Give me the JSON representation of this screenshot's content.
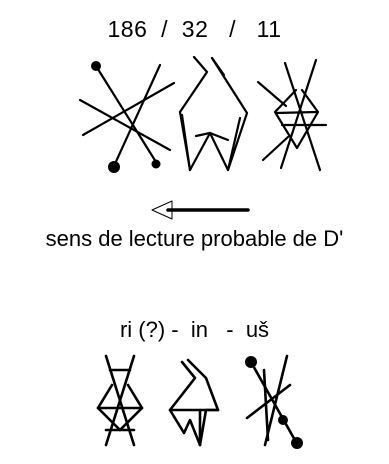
{
  "header": {
    "numbers": "186  /  32   /   11"
  },
  "arrow": {
    "direction": "left",
    "caption": "sens de lecture probable de D'"
  },
  "transliteration": {
    "text": "ri (?) -  in   -  uš"
  },
  "signs_top": [
    "sign-x-with-dots",
    "sign-arrowhead",
    "sign-crossed-diamond"
  ],
  "signs_bottom": [
    "sign-crossed-diamond",
    "sign-arrowhead",
    "sign-x-with-dots"
  ]
}
